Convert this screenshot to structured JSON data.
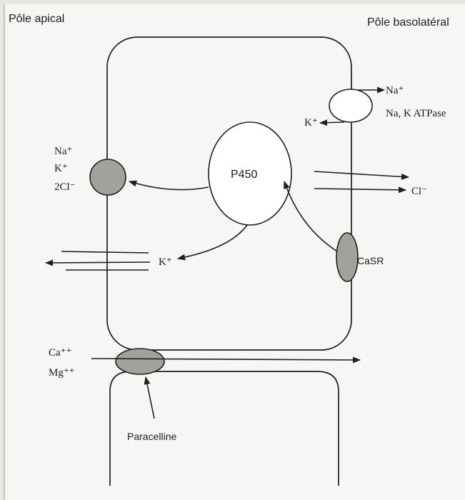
{
  "labels": {
    "pole_apical": "Pôle apical",
    "pole_basolateral": "Pôle basolatéral",
    "na_plus_top": "Na⁺",
    "na_k_atpase": "Na, K ATPase",
    "k_plus_top": "K⁺",
    "na_plus_left": "Na⁺",
    "k_plus_left": "K⁺",
    "two_cl_minus": "2Cl⁻",
    "p450": "P450",
    "cl_minus": "Cl⁻",
    "k_plus_channel": "K⁺",
    "casr": "CaSR",
    "ca_plus_plus": "Ca⁺⁺",
    "mg_plus_plus": "Mg⁺⁺",
    "paracelline": "Paracelline"
  },
  "colors": {
    "grey_transporter": "#a3a19c",
    "line": "#1f1f1f"
  }
}
